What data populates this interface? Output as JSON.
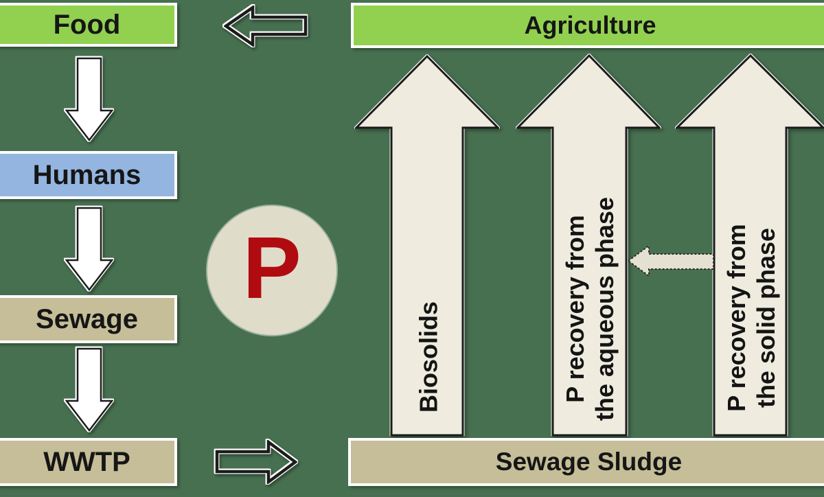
{
  "colors": {
    "background": "#477050",
    "green_box": "#92d050",
    "blue_box": "#93b5e0",
    "tan_box": "#c5be98",
    "arrow_cream": "#efecdf",
    "circle_cream": "#e0dcca",
    "p_red": "#b00b10",
    "outline_dark": "#1c1c1c",
    "border_white": "#ffffff"
  },
  "left_chain": {
    "food": "Food",
    "humans": "Humans",
    "sewage": "Sewage",
    "wwtp": "WWTP"
  },
  "center": {
    "p_symbol": "P"
  },
  "right_cycle": {
    "agriculture": "Agriculture",
    "sewage_sludge": "Sewage Sludge",
    "biosolids": "Biosolids",
    "aqueous": {
      "line1": "P recovery from",
      "line2": "the aqueous phase"
    },
    "solid": {
      "line1": "P recovery from",
      "line2": "the solid phase"
    }
  }
}
